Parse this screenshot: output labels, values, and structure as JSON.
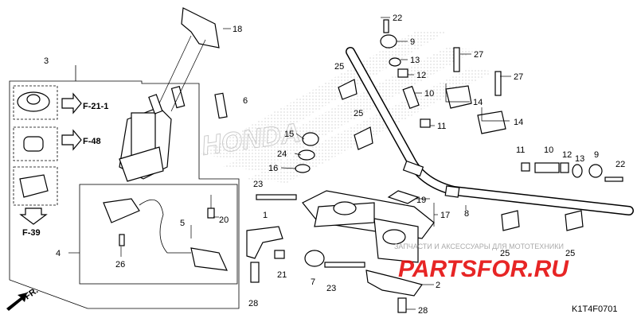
{
  "diagram": {
    "code": "K1T4F0701",
    "front_label": "FR.",
    "refs": {
      "f21": "F-21-1",
      "f48": "F-48",
      "f39": "F-39"
    },
    "watermark": {
      "brand": "PARTSFOR.RU",
      "tagline": "ЗАПЧАСТИ И АКСЕССУАРЫ ДЛЯ МОТОТЕХНИКИ",
      "honda": "HONDA"
    },
    "callouts": {
      "c1": "1",
      "c2": "2",
      "c3": "3",
      "c4": "4",
      "c5": "5",
      "c6": "6",
      "c7": "7",
      "c8": "8",
      "c9": "9",
      "c10": "10",
      "c11": "11",
      "c12": "12",
      "c13": "13",
      "c14": "14",
      "c15": "15",
      "c16": "16",
      "c17": "17",
      "c18": "18",
      "c19": "19",
      "c20": "20",
      "c21": "21",
      "c22": "22",
      "c23": "23",
      "c24": "24",
      "c25": "25",
      "c26": "26",
      "c27": "27",
      "c28": "28"
    }
  }
}
